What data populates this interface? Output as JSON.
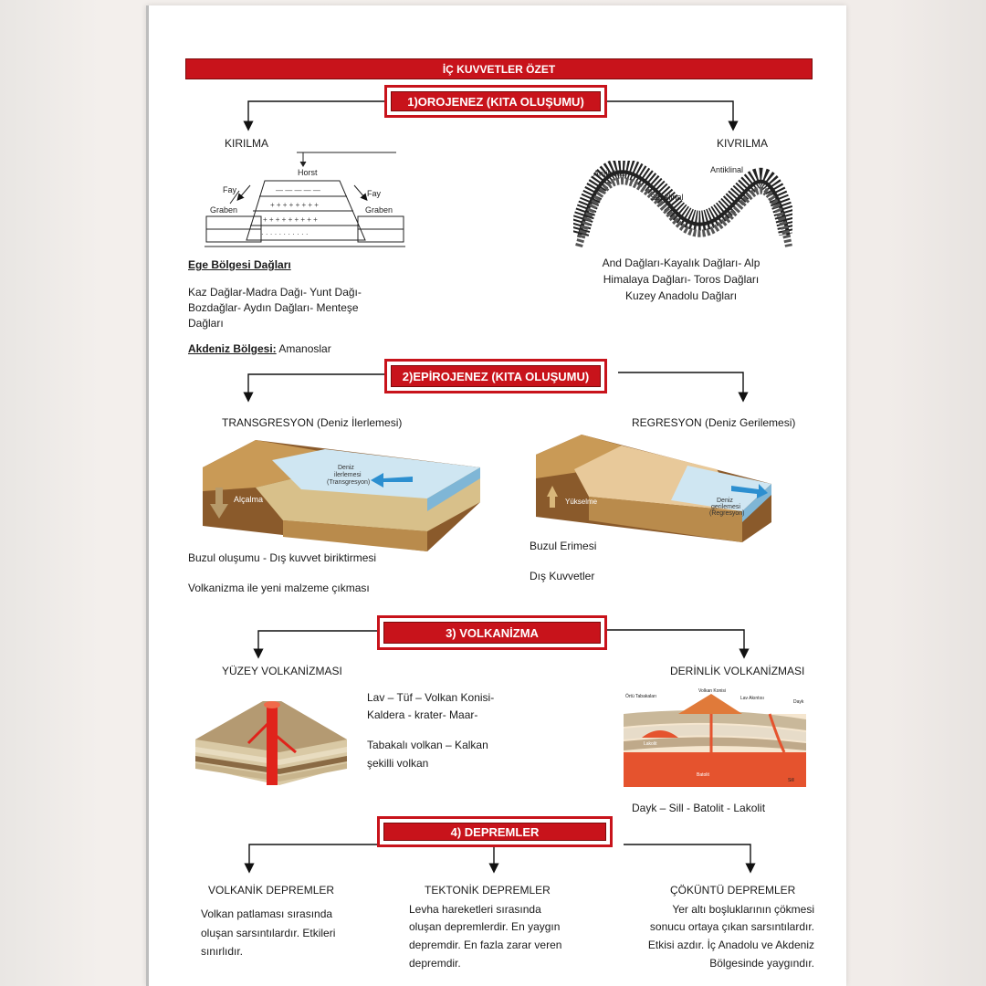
{
  "title": "İÇ KUVVETLER ÖZET",
  "sections": {
    "orojenez": {
      "title": "1)OROJENEZ (KITA OLUŞUMU)",
      "left_label": "KIRILMA",
      "right_label": "KIVRILMA",
      "fault_labels": [
        "Horst",
        "Fay",
        "Fay",
        "Graben",
        "Graben"
      ],
      "fold_labels": [
        "Antiklinal",
        "Antiklinal",
        "Senklinal"
      ],
      "ege_heading": "Ege Bölgesi Dağları",
      "ege_text": [
        "Kaz Dağlar-Madra Dağı- Yunt Dağı-",
        "Bozdağlar- Aydın Dağları- Menteşe",
        "Dağları"
      ],
      "akdeniz_heading": "Akdeniz Bölgesi:",
      "akdeniz_text": "Amanoslar",
      "fold_text": [
        "And Dağları-Kayalık Dağları- Alp",
        "Himalaya Dağları- Toros Dağları",
        "Kuzey Anadolu Dağları"
      ]
    },
    "epirojenez": {
      "title": "2)EPİROJENEZ (KITA OLUŞUMU)",
      "left_label": "TRANSGRESYON (Deniz İlerlemesi)",
      "right_label": "REGRESYON (Deniz Gerilemesi)",
      "left_img_labels": [
        "Alçalma",
        "Deniz",
        "ilerlemesi",
        "(Transgresyon)"
      ],
      "right_img_labels": [
        "Yükselme",
        "Deniz",
        "gerilemesi",
        "(Regresyon)"
      ],
      "left_text": [
        "Buzul oluşumu - Dış kuvvet biriktirmesi",
        "Volkanizma ile yeni malzeme çıkması"
      ],
      "right_text": [
        "Buzul Erimesi",
        "Dış Kuvvetler"
      ]
    },
    "volkanizma": {
      "title": "3) VOLKANİZMA",
      "left_label": "YÜZEY VOLKANİZMASI",
      "right_label": "DERİNLİK VOLKANİZMASI",
      "mid_text_1": [
        "Lav – Tüf – Volkan Konisi-",
        "Kaldera - krater- Maar-"
      ],
      "mid_text_2": [
        "Tabakalı volkan – Kalkan",
        "şekilli volkan"
      ],
      "deep_img_labels": [
        "Örtü Tabakaları",
        "Volkan Konisi",
        "Lav Akıntısı",
        "Dayk",
        "Lakolit",
        "Batolit",
        "Sill"
      ],
      "right_text": "Dayk – Sill - Batolit - Lakolit"
    },
    "depremler": {
      "title": "4) DEPREMLER",
      "cols": [
        {
          "heading": "VOLKANİK DEPREMLER",
          "text": [
            "Volkan patlaması sırasında",
            "oluşan sarsıntılardır. Etkileri",
            "sınırlıdır."
          ]
        },
        {
          "heading": "TEKTONİK DEPREMLER",
          "text": [
            "Levha hareketleri sırasında",
            "oluşan depremlerdir. En yaygın",
            "depremdir. En fazla zarar veren",
            "depremdir."
          ]
        },
        {
          "heading": "ÇÖKÜNTÜ DEPREMLER",
          "text": [
            "Yer altı boşluklarının çökmesi",
            "sonucu ortaya çıkan sarsıntılardır.",
            "Etkisi azdır. İç Anadolu ve Akdeniz",
            "Bölgesinde yaygındır."
          ]
        }
      ]
    }
  },
  "colors": {
    "accent": "#c8131b"
  }
}
